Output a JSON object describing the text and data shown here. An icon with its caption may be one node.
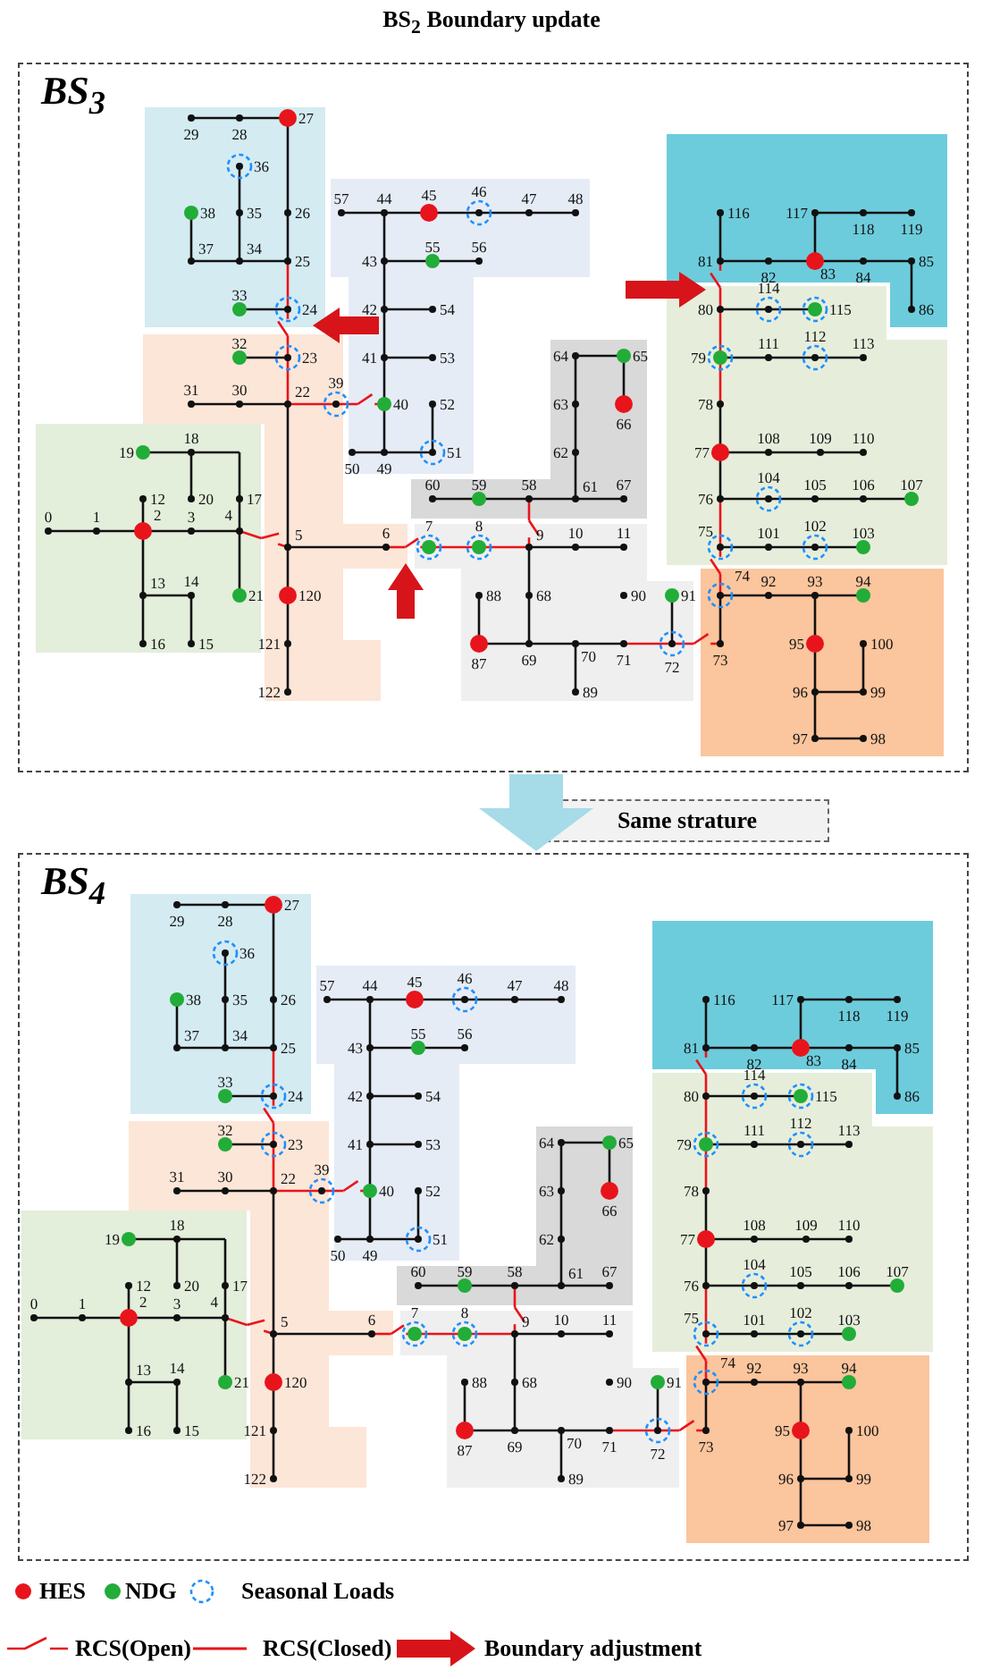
{
  "diagram": {
    "title": "BS$_{2}$ Boundary update",
    "nodes": [
      {
        "text": [
          "BS$_{3}$"
        ]
      },
      {
        "text": [
          "Same strature"
        ]
      },
      {
        "text": [
          "BS$_{4}$"
        ]
      }
    ],
    "edges": [
      {
        "from": 0,
        "to": 2,
        "arrow": "to",
        "color": "#a6dbe8"
      }
    ],
    "labels": [
      "0",
      "1",
      "2",
      "3",
      "4",
      "5",
      "6",
      "7",
      "8",
      "9",
      "10",
      "11",
      "12",
      "13",
      "14",
      "16",
      "15",
      "17",
      "18",
      "19",
      "20",
      "21",
      "22",
      "23",
      "24",
      "25",
      "26",
      "27",
      "29",
      "28",
      "31",
      "30",
      "32",
      "33",
      "34",
      "35",
      "36",
      "37",
      "38",
      "39",
      "40",
      "41",
      "42",
      "43",
      "44",
      "45",
      "46",
      "47",
      "48",
      "50",
      "49",
      "51",
      "52",
      "53",
      "54",
      "55",
      "56",
      "57",
      "60",
      "59",
      "58",
      "61",
      "62",
      "63",
      "64",
      "65",
      "66",
      "67",
      "68",
      "69",
      "70",
      "71",
      "72",
      "73",
      "74",
      "75",
      "76",
      "77",
      "78",
      "79",
      "80",
      "81",
      "82",
      "83",
      "84",
      "85",
      "86",
      "87",
      "88",
      "89",
      "90",
      "91",
      "92",
      "93",
      "94",
      "95",
      "96",
      "97",
      "98",
      "99",
      "100",
      "101",
      "102",
      "103",
      "104",
      "105",
      "106",
      "107",
      "108",
      "109",
      "110",
      "111",
      "112",
      "113",
      "114",
      "115",
      "116",
      "117",
      "118",
      "119",
      "120",
      "121",
      "122",
      "0",
      "1",
      "2",
      "3",
      "4",
      "5",
      "6",
      "7",
      "8",
      "9",
      "10",
      "11",
      "12",
      "13",
      "14",
      "16",
      "15",
      "17",
      "18",
      "19",
      "20",
      "21",
      "22",
      "23",
      "24",
      "25",
      "26",
      "27",
      "29",
      "28",
      "31",
      "30",
      "32",
      "33",
      "34",
      "35",
      "36",
      "37",
      "38",
      "39",
      "40",
      "41",
      "42",
      "43",
      "44",
      "45",
      "46",
      "47",
      "48",
      "50",
      "49",
      "51",
      "52",
      "53",
      "54",
      "55",
      "56",
      "57",
      "60",
      "59",
      "58",
      "61",
      "62",
      "63",
      "64",
      "65",
      "66",
      "67",
      "68",
      "69",
      "70",
      "71",
      "72",
      "73",
      "74",
      "75",
      "76",
      "77",
      "78",
      "79",
      "80",
      "81",
      "82",
      "83",
      "84",
      "85",
      "86",
      "87",
      "88",
      "89",
      "90",
      "91",
      "92",
      "93",
      "94",
      "95",
      "96",
      "97",
      "98",
      "99",
      "100",
      "101",
      "102",
      "103",
      "104",
      "105",
      "106",
      "107",
      "108",
      "109",
      "110",
      "111",
      "112",
      "113",
      "114",
      "115",
      "116",
      "117",
      "118",
      "119",
      "120",
      "121",
      "122"
    ],
    "legend": [
      {
        "text": "HES",
        "color": "#e8141b"
      },
      {
        "text": "NDG",
        "color": "#22ac38"
      },
      {
        "text": "Seasonal Loads"
      },
      {
        "text": "RCS(Open)"
      },
      {
        "text": "RCS(Closed)"
      },
      {
        "text": "Boundary adjustment"
      }
    ]
  }
}
